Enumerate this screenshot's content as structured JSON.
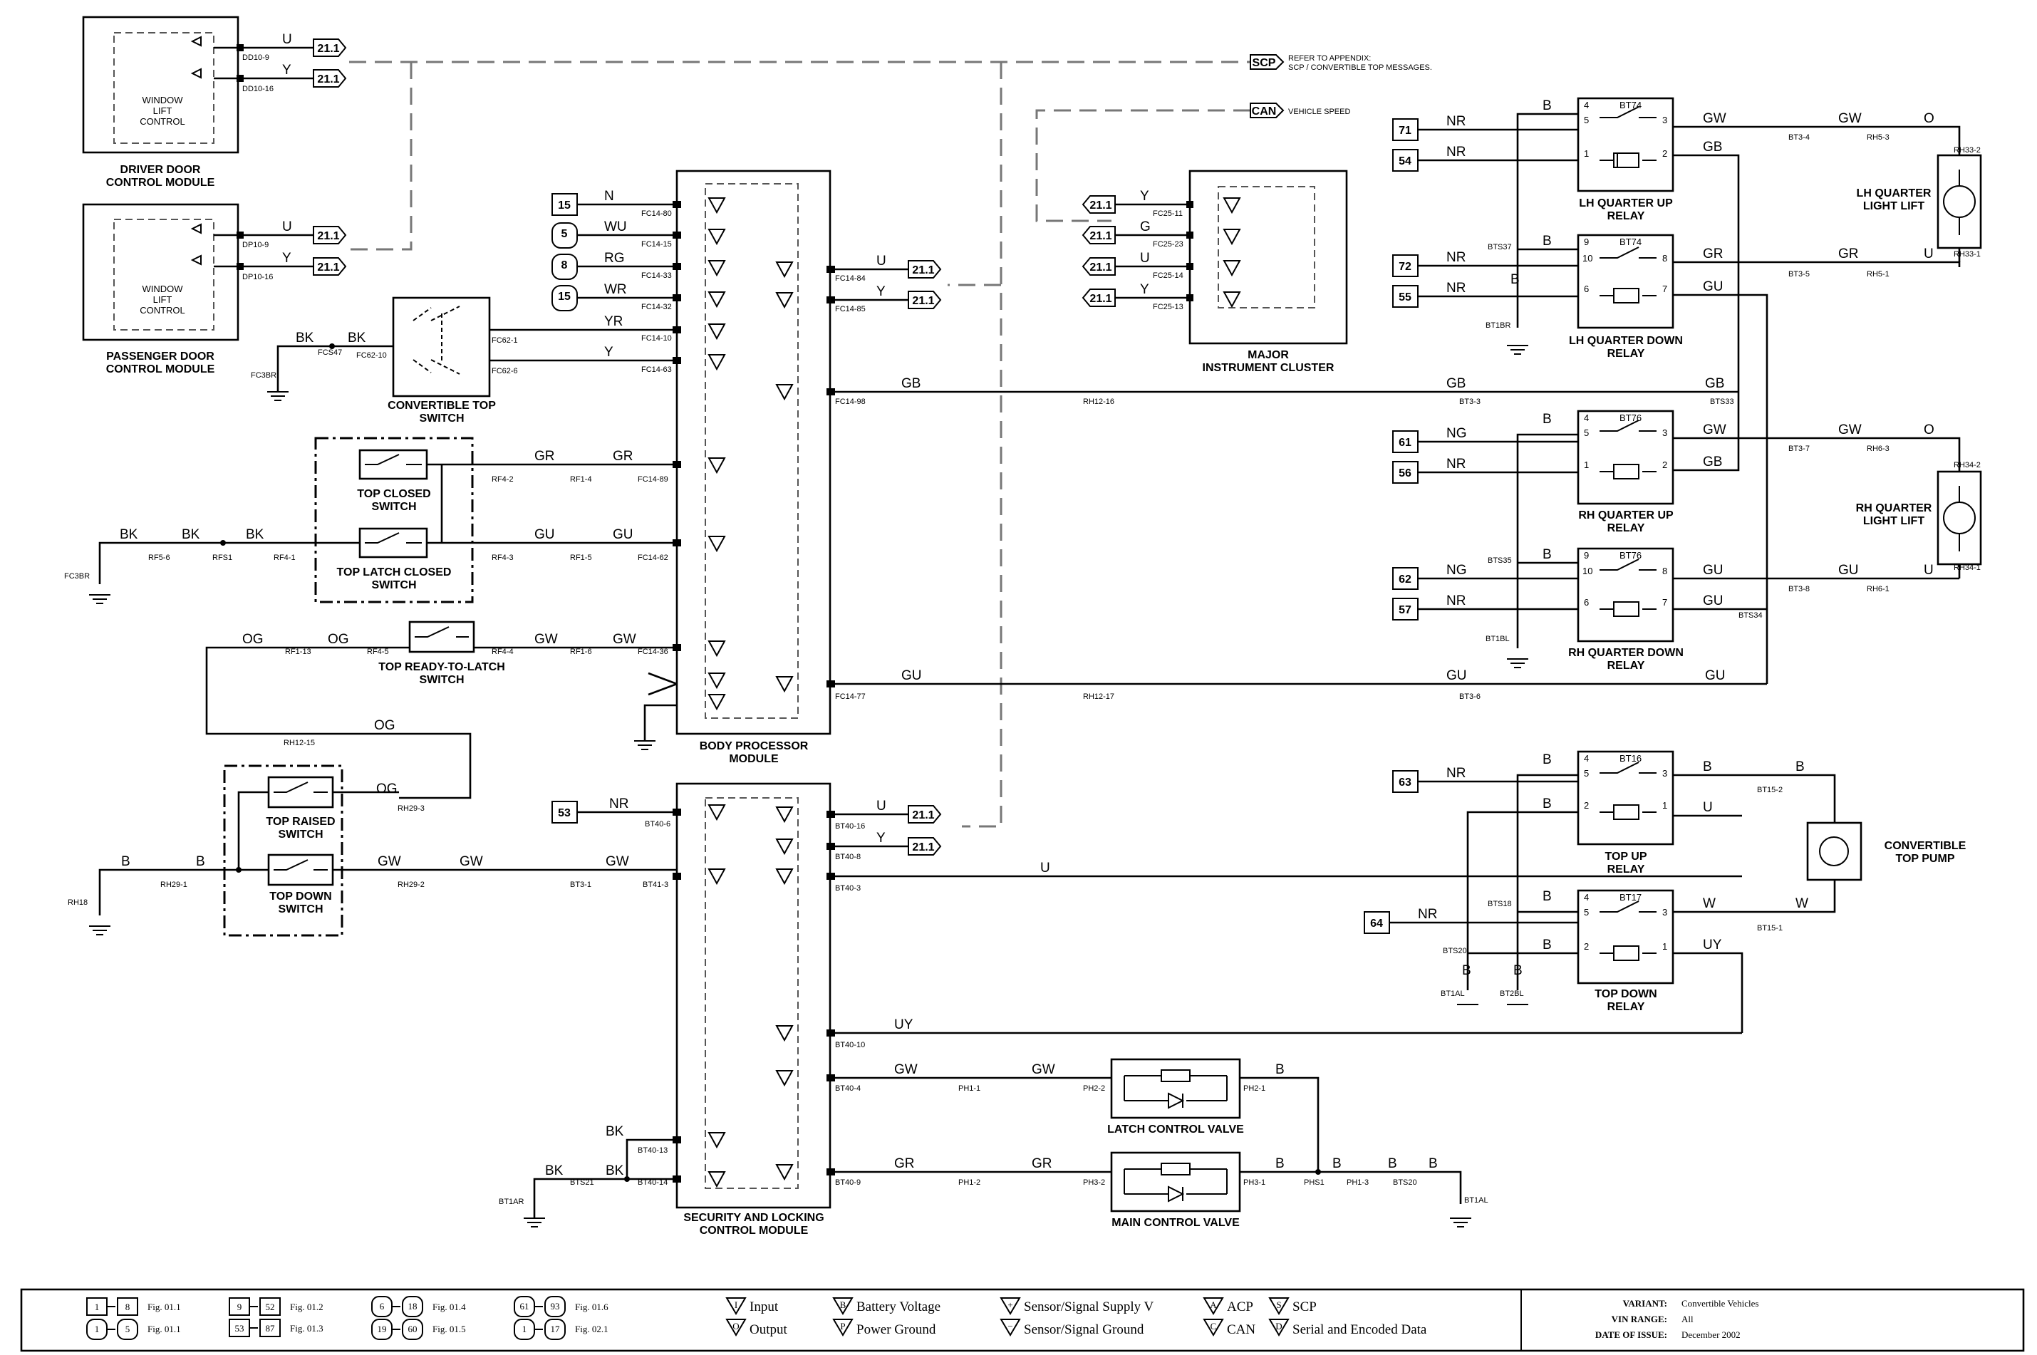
{
  "modules": {
    "driver_door": [
      "DRIVER DOOR",
      "CONTROL MODULE"
    ],
    "passenger_door": [
      "PASSENGER DOOR",
      "CONTROL MODULE"
    ],
    "window_lift": [
      "WINDOW",
      "LIFT",
      "CONTROL"
    ],
    "convertible_top_switch": [
      "CONVERTIBLE TOP",
      "SWITCH"
    ],
    "top_closed_switch": [
      "TOP CLOSED",
      "SWITCH"
    ],
    "top_latch_closed_switch": [
      "TOP LATCH CLOSED",
      "SWITCH"
    ],
    "top_ready_to_latch_switch": [
      "TOP READY-TO-LATCH",
      "SWITCH"
    ],
    "top_raised_switch": [
      "TOP RAISED",
      "SWITCH"
    ],
    "top_down_switch": [
      "TOP DOWN",
      "SWITCH"
    ],
    "body_processor": [
      "BODY PROCESSOR",
      "MODULE"
    ],
    "security_locking": [
      "SECURITY AND LOCKING",
      "CONTROL MODULE"
    ],
    "instrument_cluster": [
      "MAJOR",
      "INSTRUMENT CLUSTER"
    ],
    "latch_valve": "LATCH CONTROL VALVE",
    "main_valve": "MAIN CONTROL VALVE",
    "lh_up_relay": [
      "LH QUARTER UP",
      "RELAY"
    ],
    "lh_down_relay": [
      "LH QUARTER DOWN",
      "RELAY"
    ],
    "rh_up_relay": [
      "RH QUARTER UP",
      "RELAY"
    ],
    "rh_down_relay": [
      "RH QUARTER DOWN",
      "RELAY"
    ],
    "top_up_relay": [
      "TOP UP",
      "RELAY"
    ],
    "top_down_relay": [
      "TOP DOWN",
      "RELAY"
    ],
    "lh_lift": [
      "LH QUARTER",
      "LIGHT LIFT"
    ],
    "rh_lift": [
      "RH QUARTER",
      "LIGHT LIFT"
    ],
    "top_pump": [
      "CONVERTIBLE",
      "TOP PUMP"
    ]
  },
  "messages": {
    "scp": "SCP",
    "scp_note": [
      "REFER TO APPENDIX:",
      "SCP / CONVERTIBLE TOP MESSAGES."
    ],
    "can": "CAN",
    "can_note": "VEHICLE SPEED"
  },
  "refs": {
    "r211": "21.1"
  },
  "legend": {
    "fig_refs": [
      {
        "a": "1",
        "b": "8",
        "fig": "Fig. 01.1"
      },
      {
        "a": "1",
        "b": "5",
        "fig": "Fig. 01.1"
      },
      {
        "a": "9",
        "b": "52",
        "fig": "Fig. 01.2"
      },
      {
        "a": "53",
        "b": "87",
        "fig": "Fig. 01.3"
      },
      {
        "a": "6",
        "b": "18",
        "fig": "Fig. 01.4"
      },
      {
        "a": "19",
        "b": "60",
        "fig": "Fig. 01.5"
      },
      {
        "a": "61",
        "b": "93",
        "fig": "Fig. 01.6"
      },
      {
        "a": "1",
        "b": "17",
        "fig": "Fig. 02.1"
      }
    ],
    "symbols": [
      {
        "s": "I",
        "t": "Input"
      },
      {
        "s": "O",
        "t": "Output"
      },
      {
        "s": "B",
        "t": "Battery Voltage"
      },
      {
        "s": "P",
        "t": "Power Ground"
      },
      {
        "s": "+",
        "t": "Sensor/Signal Supply V"
      },
      {
        "s": "−",
        "t": "Sensor/Signal Ground"
      },
      {
        "s": "A",
        "t": "ACP"
      },
      {
        "s": "C",
        "t": "CAN"
      },
      {
        "s": "S",
        "t": "SCP"
      },
      {
        "s": "D",
        "t": "Serial and Encoded Data"
      }
    ],
    "info": [
      {
        "k": "VARIANT:",
        "v": "Convertible Vehicles"
      },
      {
        "k": "VIN RANGE:",
        "v": "All"
      },
      {
        "k": "DATE OF ISSUE:",
        "v": "December 2002"
      }
    ]
  }
}
